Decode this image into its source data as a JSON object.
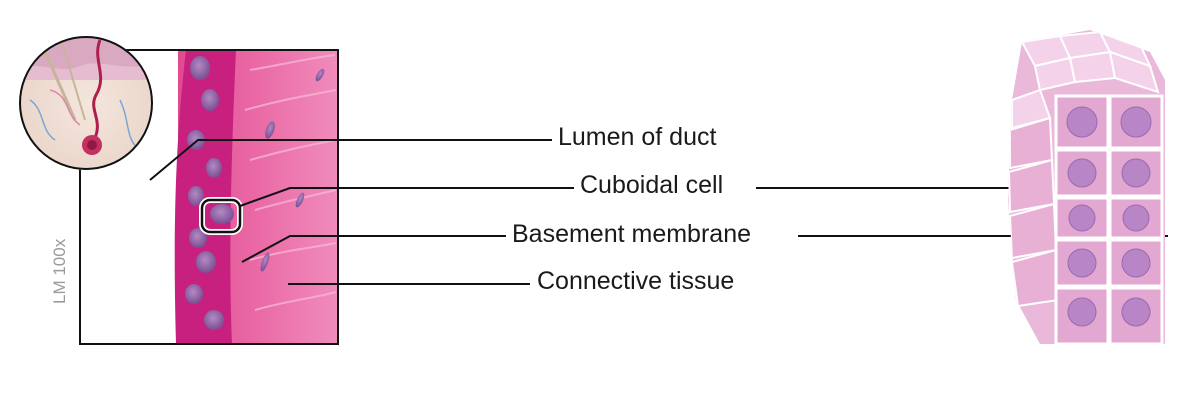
{
  "labels": {
    "lumen": "Lumen of duct",
    "cuboidal": "Cuboidal cell",
    "basement": "Basement membrane",
    "connective": "Connective tissue"
  },
  "magnification": "LM 100x",
  "colors": {
    "tissue_pink": "#e8609e",
    "epithelium_magenta": "#c2187a",
    "nucleus_purple": "#4a2868",
    "cell_illustration": "#e8b7d9",
    "leader_line": "#111111",
    "magnification_text": "#9a9a9a"
  },
  "icons": [
    "skin-section-inset-icon",
    "cuboidal-epithelium-illustration"
  ]
}
